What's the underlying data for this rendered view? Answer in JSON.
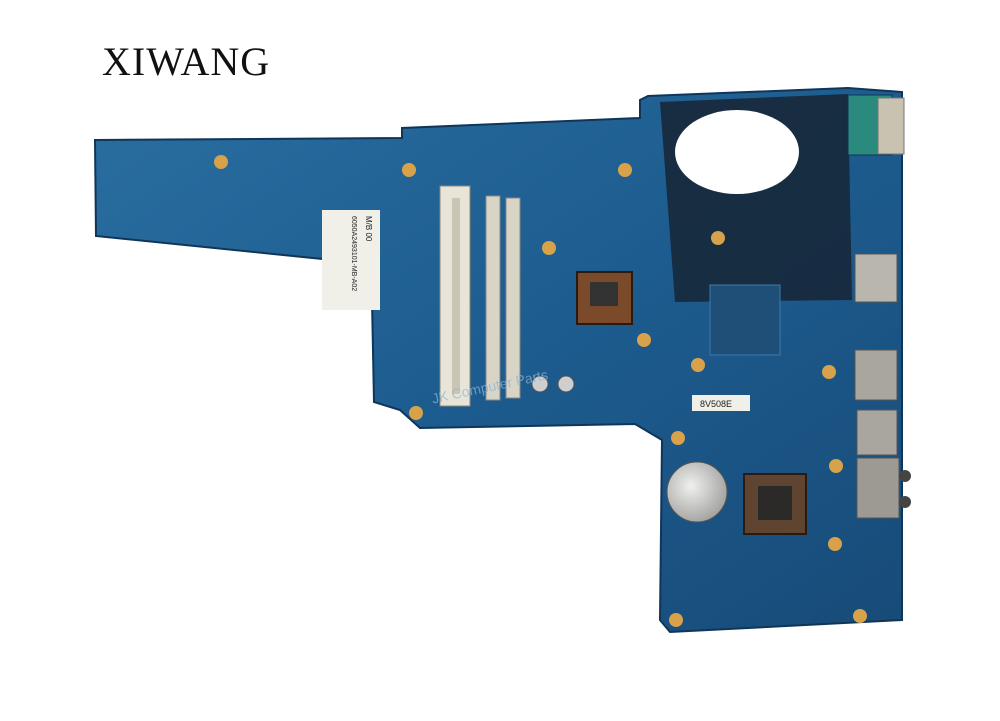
{
  "brand": {
    "text": "XIWANG"
  },
  "board": {
    "silk_left_label_1": "M/B 00",
    "silk_left_label_2": "6050A2493101-MB-A02",
    "silk_mid_label": "8V508E",
    "watermark": "JK Computer Parts",
    "colors": {
      "pcb": "#1d5c8f",
      "pcb_dark": "#174b78",
      "heatsink_pad": "#17283a",
      "gold": "#d8a24a",
      "ram_slot": "#e8e4d8"
    }
  }
}
